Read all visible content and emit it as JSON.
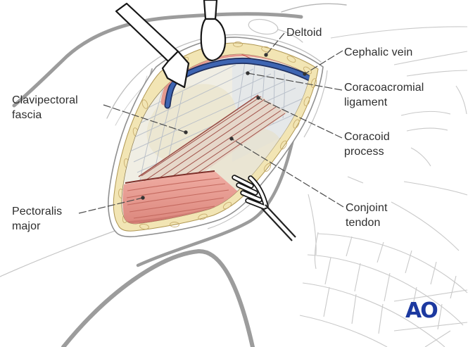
{
  "labels": {
    "deltoid": "Deltoid",
    "cephalic_vein": "Cephalic vein",
    "coracoacromial_ligament": "Coracoacromial ligament",
    "coracoid_process": "Coracoid process",
    "conjoint_tendon": "Conjoint tendon",
    "clavipectoral_fascia": "Clavipectoral fascia",
    "pectoralis_major": "Pectoralis major"
  },
  "logo": {
    "text": "AO",
    "color": "#1c39a0"
  },
  "palette": {
    "label_text": "#2e2e2e",
    "leader_line": "#4a4a4a",
    "body_contour": "#9c9c9c",
    "rib_lines": "#c9c9c9",
    "fat": "#f2e5b4",
    "muscle": "#e89a90",
    "muscle_striation": "#c46a60",
    "vein_blue": "#3e65b2",
    "vein_outline": "#20305f",
    "fascia": "#f0eee4",
    "tendon_band": "#e6d6c8",
    "instrument_outline": "#151515"
  }
}
